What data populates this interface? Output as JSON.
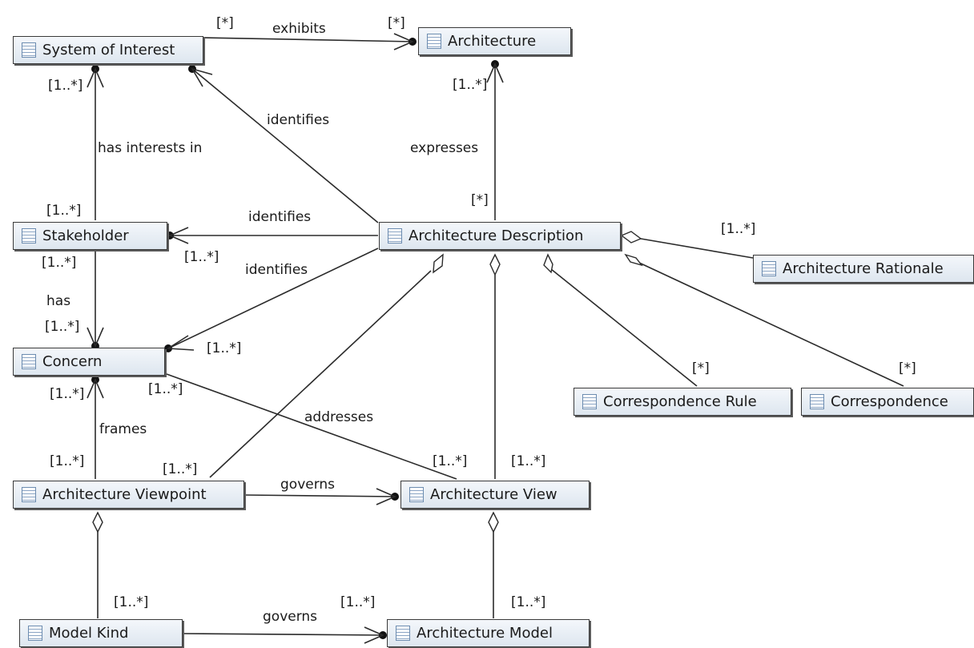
{
  "classes": {
    "system_of_interest": "System of Interest",
    "architecture": "Architecture",
    "stakeholder": "Stakeholder",
    "architecture_description": "Architecture Description",
    "architecture_rationale": "Architecture Rationale",
    "concern": "Concern",
    "correspondence_rule": "Correspondence Rule",
    "correspondence": "Correspondence",
    "architecture_viewpoint": "Architecture Viewpoint",
    "architecture_view": "Architecture View",
    "model_kind": "Model Kind",
    "architecture_model": "Architecture Model"
  },
  "relations": {
    "exhibits": "exhibits",
    "identifies_soi": "identifies",
    "expresses": "expresses",
    "has_interests_in": "has interests in",
    "identifies_stakeholder": "identifies",
    "identifies_concern": "identifies",
    "has": "has",
    "frames": "frames",
    "addresses": "addresses",
    "governs_view": "governs",
    "governs_model": "governs"
  },
  "multiplicities": {
    "soi_exhibits": "[*]",
    "arch_exhibits": "[*]",
    "soi_stakeholder": "[1..*]",
    "arch_desc": "[1..*]",
    "desc_arch": "[*]",
    "stakeholder_soi": "[1..*]",
    "stakeholder_desc": "[1..*]",
    "rationale": "[1..*]",
    "stakeholder_has": "[1..*]",
    "concern_has": "[1..*]",
    "concern_desc": "[1..*]",
    "concern_frames": "[1..*]",
    "concern_addresses": "[1..*]",
    "corr_rule": "[*]",
    "corr": "[*]",
    "viewpoint_frames": "[1..*]",
    "viewpoint_desc": "[1..*]",
    "view_addresses": "[1..*]",
    "view_desc": "[1..*]",
    "model_kind_agg": "[1..*]",
    "model_governs": "[1..*]",
    "model_agg": "[1..*]"
  }
}
